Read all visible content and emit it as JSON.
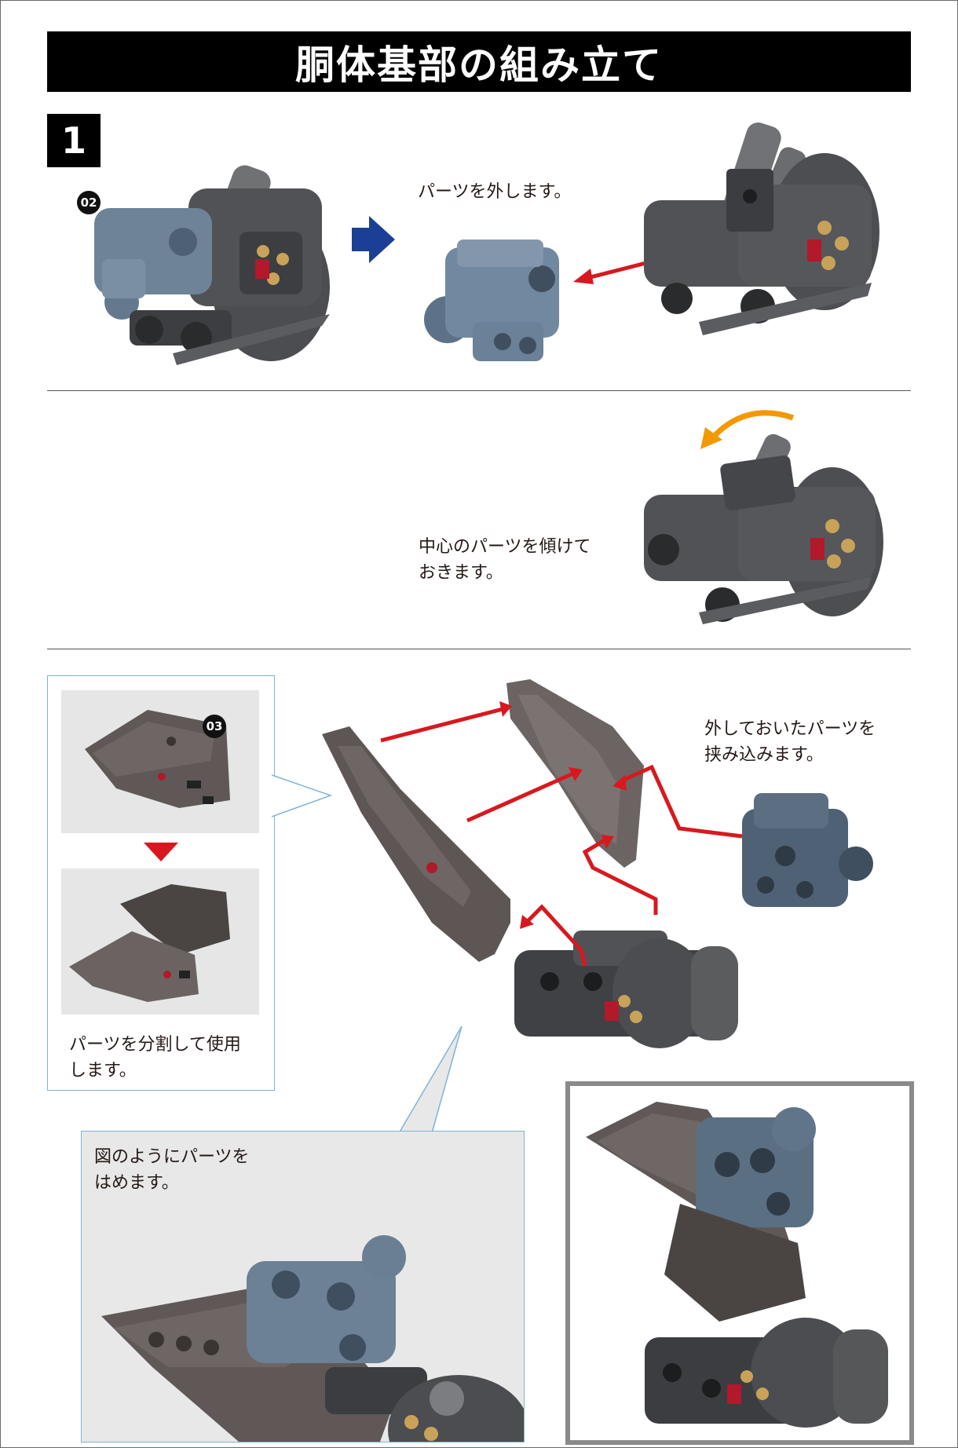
{
  "header": {
    "title": "胴体基部の組み立て"
  },
  "step": {
    "number": "1"
  },
  "section1": {
    "badge": "02",
    "caption": "パーツを外します。"
  },
  "section2": {
    "caption": "中心のパーツを傾けて\nおきます。"
  },
  "section3": {
    "badge": "03",
    "split_caption": "パーツを分割して使用\nします。",
    "insert_caption": "外しておいたパーツを\n挟み込みます。",
    "fit_caption": "図のようにパーツを\nはめます。"
  },
  "colors": {
    "arrow_red": "#d7191f",
    "arrow_blue": "#1b3f94",
    "rotate_orange": "#f39800",
    "callout_blue": "#7fb3d5"
  }
}
